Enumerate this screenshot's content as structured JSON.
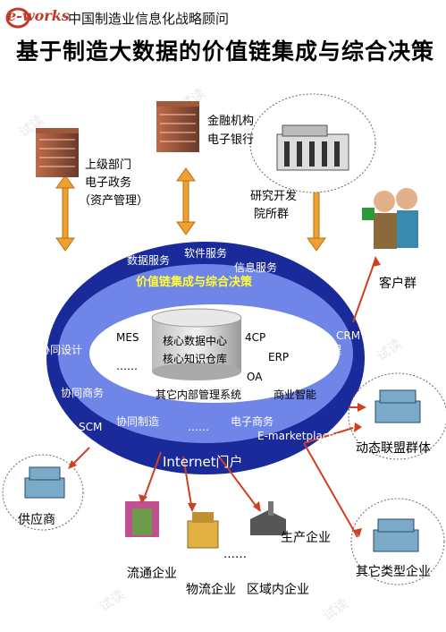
{
  "header": {
    "logo": "e-works",
    "org": "中国制造业信息化战略顾问"
  },
  "title": "基于制造大数据的价值链集成与综合决策",
  "top_entities": {
    "gov": [
      "上级部门",
      "电子政务",
      "（资产管理）"
    ],
    "bank": [
      "金融机构",
      "电子银行"
    ],
    "research": [
      "研究开发",
      "院所群"
    ]
  },
  "ring": {
    "top_services": [
      "数据服务",
      "软件服务",
      "信息服务"
    ],
    "banner": "价值链集成与综合决策",
    "mid_left": [
      "协同设计",
      "协同商务",
      "SCM",
      "协同制造"
    ],
    "mid_right": [
      "CRM",
      "协同管理"
    ],
    "bottom": [
      "电子商务",
      "E-marketplaces"
    ],
    "portal": "Internet门户",
    "dots": "……"
  },
  "core": {
    "db_label": [
      "核心数据中心",
      "核心知识仓库"
    ],
    "systems": [
      "MES",
      "4CP",
      "ERP",
      "OA",
      "商业智能",
      "其它内部管理系统"
    ],
    "dots": "……"
  },
  "outer": {
    "customers": "客户群",
    "alliance": "动态联盟群体",
    "other": "其它类型企业",
    "supplier": "供应商",
    "distribution": "流通企业",
    "logistics": "物流企业",
    "production": "生产企业",
    "regional": "区域内企业",
    "dots": "……"
  },
  "watermark": "试读",
  "colors": {
    "ring_outer": "#1a2a9a",
    "ring_inner": "#6f86e8",
    "arrow_orange": "#f0a030",
    "arrow_red": "#d04020",
    "banner": "#ffff33"
  }
}
